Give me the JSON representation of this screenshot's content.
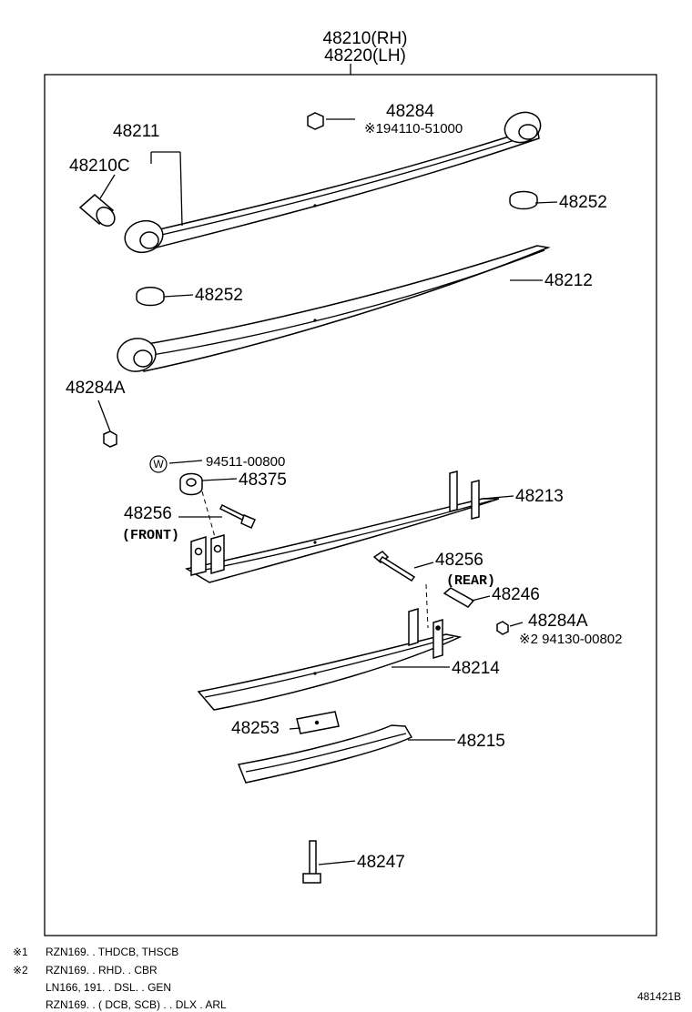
{
  "assembly": {
    "rh": "48210(RH)",
    "lh": "48220(LH)"
  },
  "parts": {
    "p48211": "48211",
    "p48210c": "48210C",
    "p48284": "48284",
    "p48284_alt": "※194110-51000",
    "p48252_top": "48252",
    "p48252_left": "48252",
    "p48212": "48212",
    "p48284a_left": "48284A",
    "w_symbol": "W",
    "p94511": "94511-00800",
    "p48375": "48375",
    "p48256_front": "48256",
    "front_note": "(FRONT)",
    "p48213": "48213",
    "p48256_rear": "48256",
    "rear_note": "(REAR)",
    "p48246": "48246",
    "p48284a_right": "48284A",
    "p48284a_alt": "※2 94130-00802",
    "p48214": "48214",
    "p48253": "48253",
    "p48215": "48215",
    "p48247": "48247"
  },
  "notes": {
    "n1_mark": "※1",
    "n1_text": "RZN169. . THDCB, THSCB",
    "n2_mark": "※2",
    "n2_line1": "RZN169. . RHD. . CBR",
    "n2_line2": "LN166, 191. . DSL. . GEN",
    "n2_line3": "RZN169. . ( DCB, SCB) . . DLX . ARL"
  },
  "figure_id": "481421B"
}
